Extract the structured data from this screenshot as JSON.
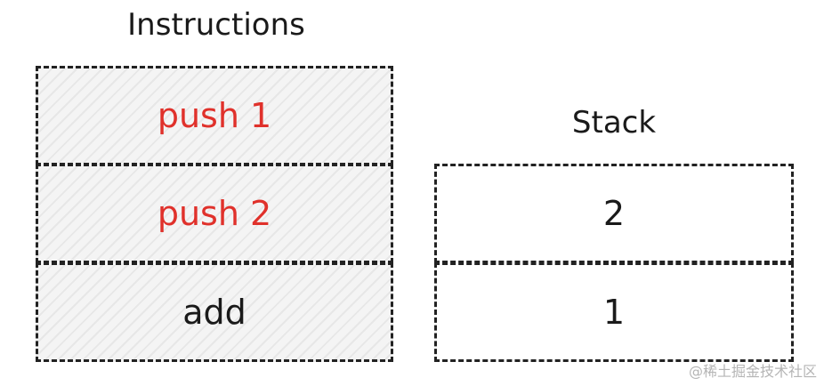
{
  "instructions": {
    "title": "Instructions",
    "items": [
      {
        "label": "push 1",
        "color": "#e0312b"
      },
      {
        "label": "push 2",
        "color": "#e0312b"
      },
      {
        "label": "add",
        "color": "#1a1a1a"
      }
    ]
  },
  "stack": {
    "title": "Stack",
    "items": [
      {
        "label": "2"
      },
      {
        "label": "1"
      }
    ]
  },
  "watermark": "@稀土掘金技术社区"
}
